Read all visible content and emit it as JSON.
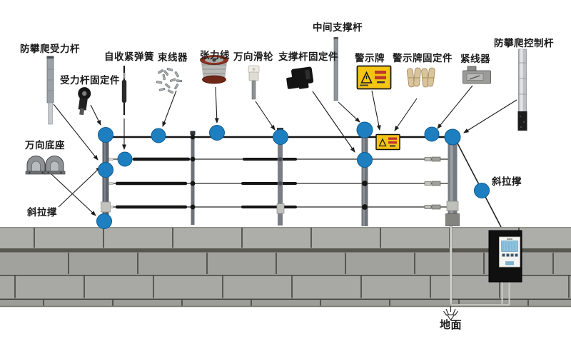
{
  "diagram": {
    "labels": {
      "anti_climb_force_pole": "防攀爬受力杆",
      "force_pole_fixing_part": "受力杆固定件",
      "self_tightening_spring": "自收紧弹簧",
      "wire_bundler": "束线器",
      "tension_wire": "张力线",
      "universal_pulley": "万向滑轮",
      "support_pole_fixing_part": "支撑杆固定件",
      "middle_support_pole": "中间支撑杆",
      "warning_sign": "警示牌",
      "warning_sign_fixing_part": "警示牌固定件",
      "wire_tensioner": "紧线器",
      "anti_climb_control_pole": "防攀爬控制杆",
      "universal_base": "万向底座",
      "diagonal_brace_left": "斜拉撑",
      "diagonal_brace_right": "斜拉撑",
      "ground": "地面"
    },
    "colors": {
      "marker_blue": "#1e7fc0",
      "sign_yellow": "#f5c513",
      "wall_gray": "#a5a5a1",
      "pole_gray": "#6e7379",
      "wire_black": "#141414"
    }
  }
}
